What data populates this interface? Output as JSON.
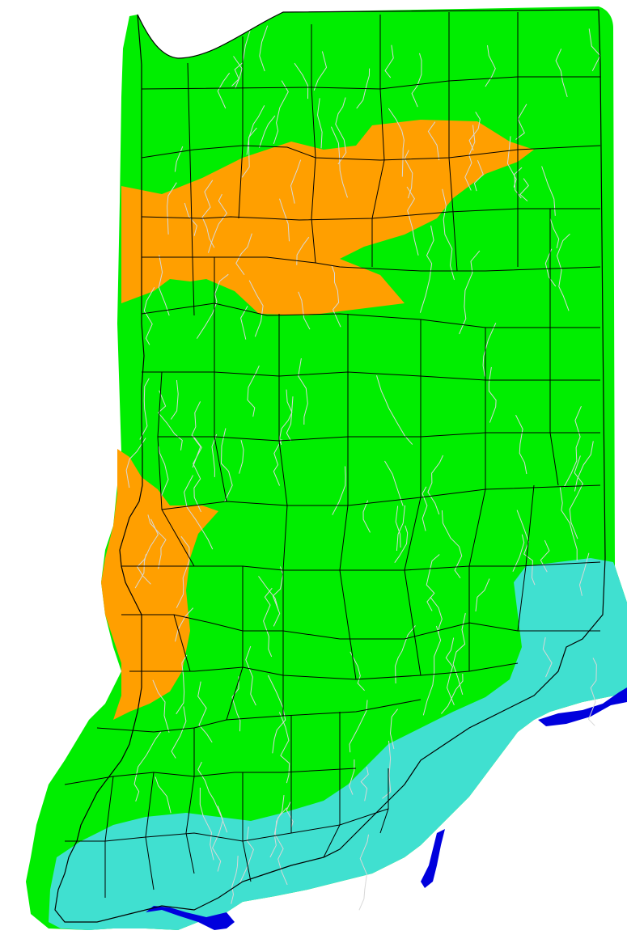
{
  "map": {
    "region": "Indiana",
    "colors": {
      "background": "#ffffff",
      "base_zone": "#00ee00",
      "orange_zone": "#ff9f00",
      "cyan_zone": "#40e0d0",
      "river_zone": "#0000dd",
      "county_lines": "#000000",
      "streams": "#d8d8d8"
    },
    "layers": [
      "state-fill",
      "orange-zone-north",
      "orange-zone-west",
      "cyan-zone-south",
      "blue-river-zones",
      "streams",
      "county-lines",
      "state-outline"
    ]
  }
}
